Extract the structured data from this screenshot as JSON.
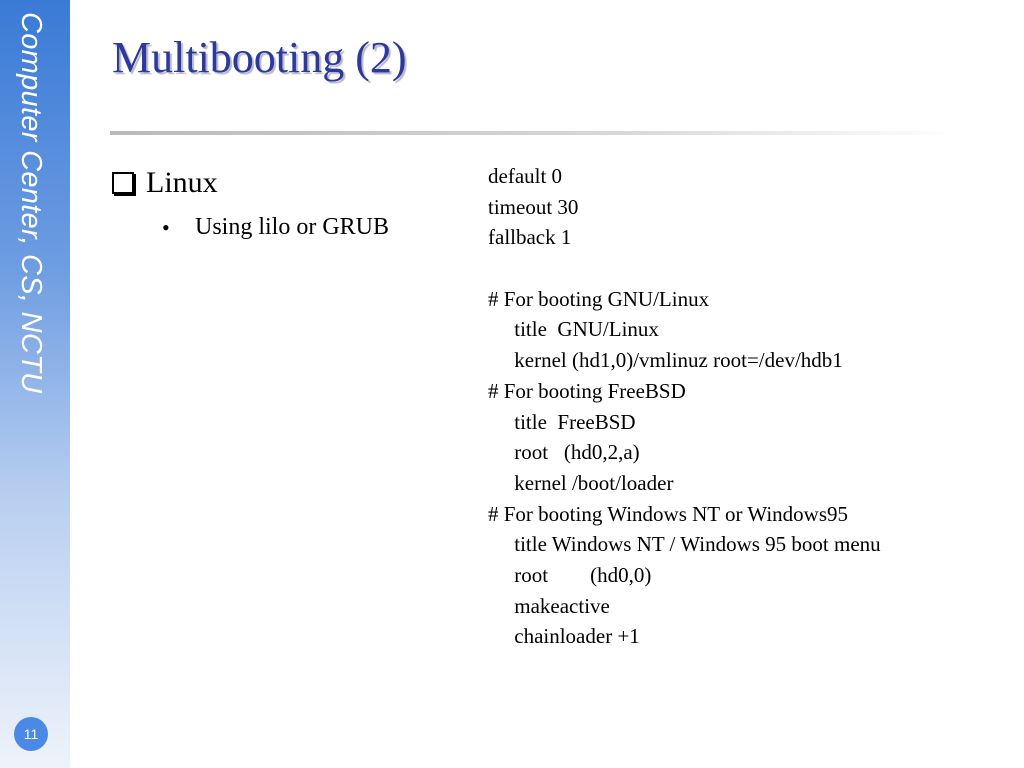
{
  "slide": {
    "title": "Multibooting (2)",
    "sidebar_label": "Computer Center, CS, NCTU",
    "page_number": "11"
  },
  "bullets": {
    "level1": "Linux",
    "level2": "Using lilo or GRUB"
  },
  "code_lines": [
    "default 0",
    "timeout 30",
    "fallback 1",
    "",
    "# For booting GNU/Linux",
    "     title  GNU/Linux",
    "     kernel (hd1,0)/vmlinuz root=/dev/hdb1",
    "# For booting FreeBSD",
    "     title  FreeBSD",
    "     root   (hd0,2,a)",
    "     kernel /boot/loader",
    "# For booting Windows NT or Windows95",
    "     title Windows NT / Windows 95 boot menu",
    "     root        (hd0,0)",
    "     makeactive",
    "     chainloader +1"
  ],
  "colors": {
    "title": "#2b3a9c",
    "sidebar_top": "#3a7ad6",
    "badge": "#4a8ae6"
  }
}
